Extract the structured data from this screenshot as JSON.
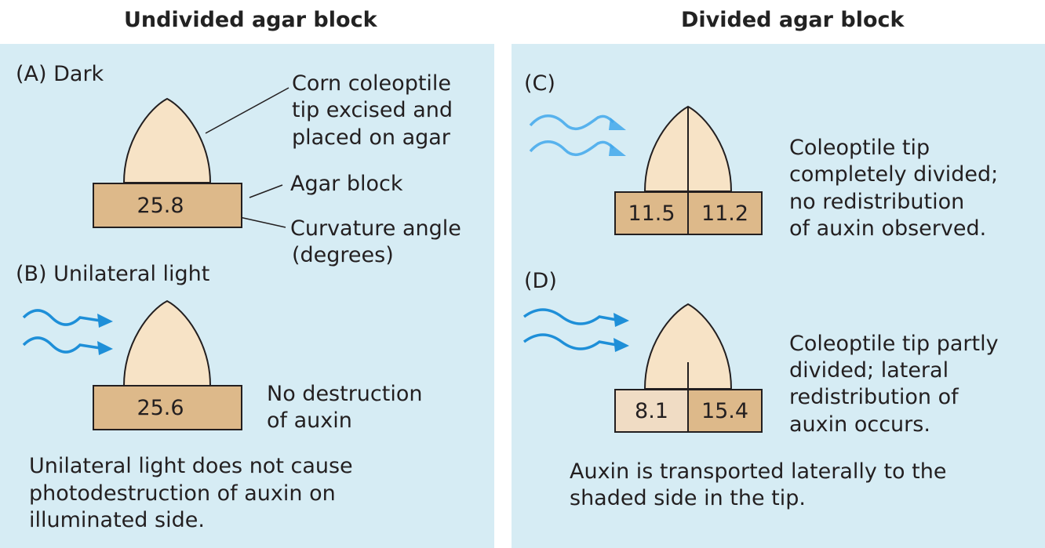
{
  "headers": {
    "left": "Undivided agar block",
    "right": "Divided agar block"
  },
  "panel_a": {
    "label": "(A)  Dark",
    "callout_tip": [
      "Corn coleoptile",
      "tip excised and",
      "placed on agar"
    ],
    "callout_agar": "Agar block",
    "callout_angle": [
      "Curvature angle",
      "(degrees)"
    ],
    "value": "25.8"
  },
  "panel_b": {
    "label": "(B)  Unilateral light",
    "value": "25.6",
    "note": [
      "No destruction",
      "of auxin"
    ],
    "caption": [
      "Unilateral light does not cause",
      "photodestruction of auxin on",
      "illuminated side."
    ]
  },
  "panel_c": {
    "label": "(C)",
    "left_value": "11.5",
    "right_value": "11.2",
    "note": [
      "Coleoptile tip",
      "completely divided;",
      "no redistribution",
      "of auxin observed."
    ]
  },
  "panel_d": {
    "label": "(D)",
    "left_value": "8.1",
    "right_value": "15.4",
    "note": [
      "Coleoptile tip partly",
      "divided; lateral",
      "redistribution of",
      "auxin occurs."
    ],
    "caption": [
      "Auxin is transported laterally to the",
      "shaded side in the tip."
    ]
  },
  "colors": {
    "panel_bg": "#d6ecf4",
    "tip_fill": "#f7e3c6",
    "agar_fill": "#ddb98a",
    "agar_light_fill": "#f0dcc4",
    "light_arrow": "#1e8fd8"
  },
  "icons": [
    "light-arrow-icon"
  ]
}
